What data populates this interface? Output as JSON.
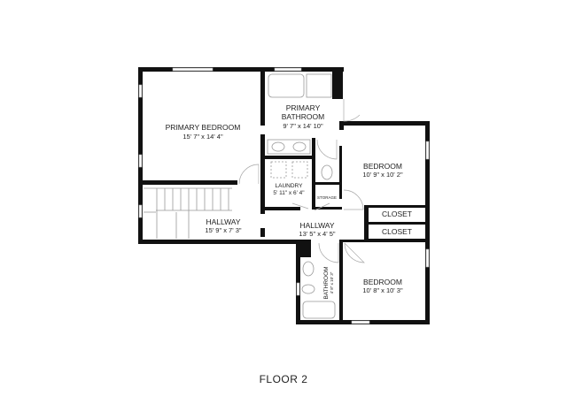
{
  "floor_label": "FLOOR 2",
  "rooms": {
    "primary_bedroom": {
      "name": "PRIMARY BEDROOM",
      "dims": "15' 7\" x 14' 4\""
    },
    "primary_bathroom": {
      "name_line1": "PRIMARY",
      "name_line2": "BATHROOM",
      "dims": "9' 7\" x 14' 10\""
    },
    "bedroom_upper": {
      "name": "BEDROOM",
      "dims": "10' 9\" x 10' 2\""
    },
    "laundry": {
      "name": "LAUNDRY",
      "dims": "5' 11\" x 6' 4\""
    },
    "storage": {
      "name": "STORAGE"
    },
    "closet_1": {
      "name": "CLOSET"
    },
    "closet_2": {
      "name": "CLOSET"
    },
    "hallway_left": {
      "name": "HALLWAY",
      "dims": "15' 9\" x 7' 3\""
    },
    "hallway_right": {
      "name": "HALLWAY",
      "dims": "13' 5\" x 4' 5\""
    },
    "bathroom": {
      "name": "BATHROOM",
      "dims": "4' 8\" x 10' 3\""
    },
    "bedroom_lower": {
      "name": "BEDROOM",
      "dims": "10' 8\" x 10' 3\""
    }
  }
}
